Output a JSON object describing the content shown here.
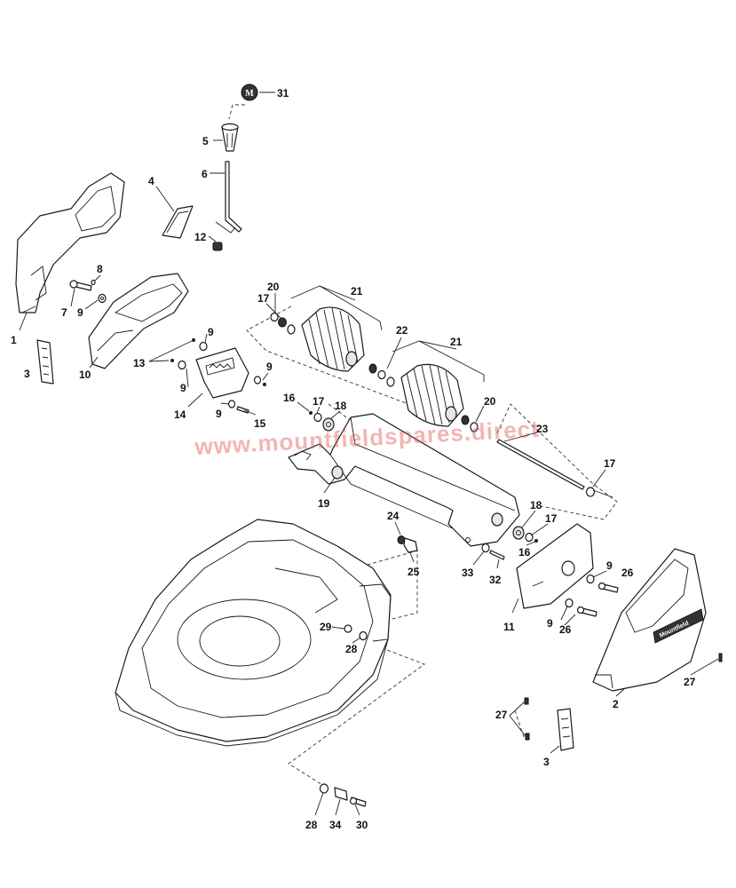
{
  "watermark": "www.mountfieldspares.direct",
  "brand_plate": "Mountfield",
  "badge_letter": "M",
  "callouts": [
    {
      "id": "c31",
      "label": "31"
    },
    {
      "id": "c5",
      "label": "5"
    },
    {
      "id": "c6",
      "label": "6"
    },
    {
      "id": "c4",
      "label": "4"
    },
    {
      "id": "c12",
      "label": "12"
    },
    {
      "id": "c8",
      "label": "8"
    },
    {
      "id": "c7",
      "label": "7"
    },
    {
      "id": "c9a",
      "label": "9"
    },
    {
      "id": "c1",
      "label": "1"
    },
    {
      "id": "c3a",
      "label": "3"
    },
    {
      "id": "c10",
      "label": "10"
    },
    {
      "id": "c9b",
      "label": "9"
    },
    {
      "id": "c13",
      "label": "13"
    },
    {
      "id": "c9c",
      "label": "9"
    },
    {
      "id": "c14",
      "label": "14"
    },
    {
      "id": "c9d",
      "label": "9"
    },
    {
      "id": "c9e",
      "label": "9"
    },
    {
      "id": "c15",
      "label": "15"
    },
    {
      "id": "c20a",
      "label": "20"
    },
    {
      "id": "c17a",
      "label": "17"
    },
    {
      "id": "c21a",
      "label": "21"
    },
    {
      "id": "c22",
      "label": "22"
    },
    {
      "id": "c21b",
      "label": "21"
    },
    {
      "id": "c16a",
      "label": "16"
    },
    {
      "id": "c17b",
      "label": "17"
    },
    {
      "id": "c18a",
      "label": "18"
    },
    {
      "id": "c20b",
      "label": "20"
    },
    {
      "id": "c23",
      "label": "23"
    },
    {
      "id": "c17c",
      "label": "17"
    },
    {
      "id": "c19",
      "label": "19"
    },
    {
      "id": "c24",
      "label": "24"
    },
    {
      "id": "c25",
      "label": "25"
    },
    {
      "id": "c18b",
      "label": "18"
    },
    {
      "id": "c17d",
      "label": "17"
    },
    {
      "id": "c16b",
      "label": "16"
    },
    {
      "id": "c33",
      "label": "33"
    },
    {
      "id": "c32",
      "label": "32"
    },
    {
      "id": "c9f",
      "label": "9"
    },
    {
      "id": "c26a",
      "label": "26"
    },
    {
      "id": "c11",
      "label": "11"
    },
    {
      "id": "c9g",
      "label": "9"
    },
    {
      "id": "c26b",
      "label": "26"
    },
    {
      "id": "c29",
      "label": "29"
    },
    {
      "id": "c28a",
      "label": "28"
    },
    {
      "id": "c27a",
      "label": "27"
    },
    {
      "id": "c2",
      "label": "2"
    },
    {
      "id": "c27b",
      "label": "27"
    },
    {
      "id": "c3b",
      "label": "3"
    },
    {
      "id": "c28b",
      "label": "28"
    },
    {
      "id": "c34",
      "label": "34"
    },
    {
      "id": "c30",
      "label": "30"
    }
  ]
}
